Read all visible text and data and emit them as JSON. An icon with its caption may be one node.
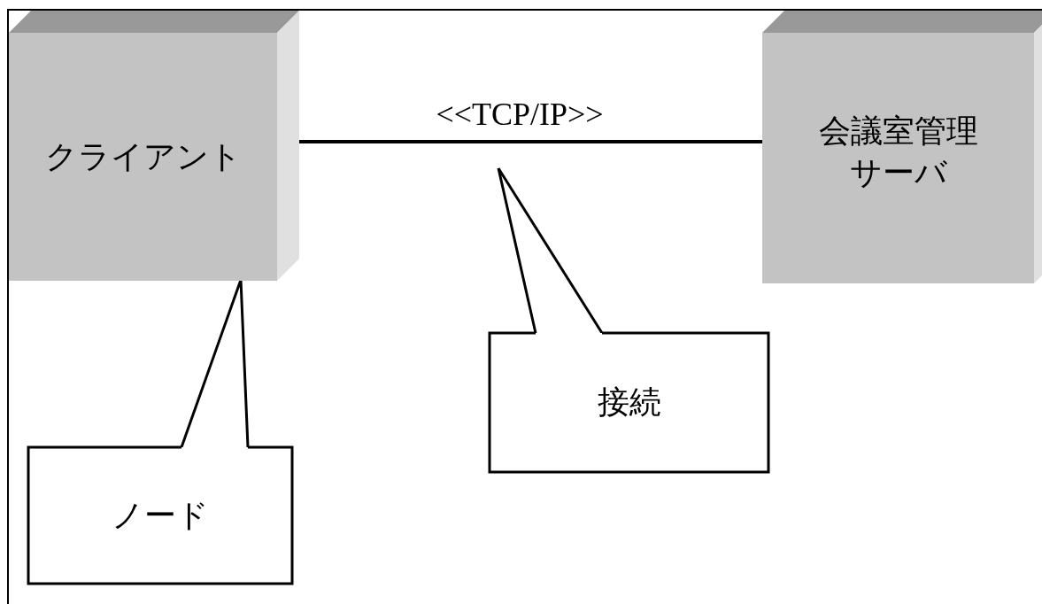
{
  "diagram": {
    "nodes": [
      {
        "text": [
          "クライアント"
        ]
      },
      {
        "text": [
          "会議室管理サーバ"
        ]
      },
      {
        "text": [
          "ノード"
        ]
      },
      {
        "text": [
          "接続"
        ]
      }
    ],
    "edges": [
      {
        "from": 0,
        "to": 1,
        "arrow": "none",
        "label": "<<TCP/IP>>"
      },
      {
        "from": 2,
        "to": 0,
        "arrow": "none"
      },
      {
        "from": 3,
        "to": null,
        "arrow": "none"
      }
    ]
  }
}
